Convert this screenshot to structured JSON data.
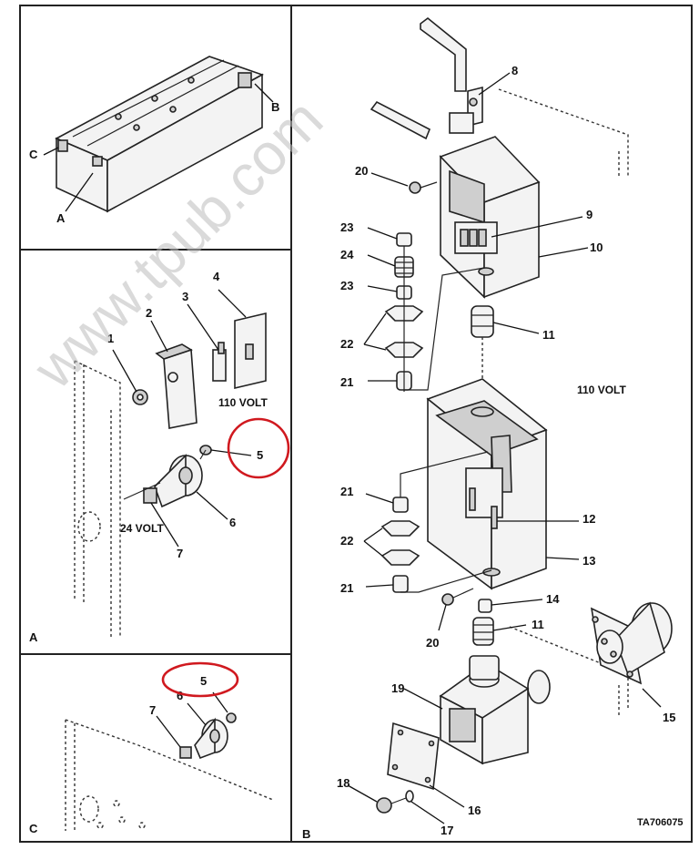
{
  "watermark": "www.tpub.com",
  "panels": {
    "top": {
      "labels": {
        "a": "A",
        "b": "B",
        "c": "C"
      }
    },
    "A": {
      "letter": "A",
      "voltage_110": "110 VOLT",
      "voltage_24": "24 VOLT",
      "callouts": [
        "1",
        "2",
        "3",
        "4",
        "5",
        "6",
        "7"
      ]
    },
    "C": {
      "letter": "C",
      "callouts": [
        "5",
        "6",
        "7"
      ]
    },
    "B": {
      "letter": "B",
      "voltage": "110 VOLT",
      "callouts": [
        "8",
        "9",
        "10",
        "11",
        "12",
        "13",
        "14",
        "11",
        "15",
        "16",
        "17",
        "18",
        "19",
        "20",
        "20",
        "21",
        "21",
        "21",
        "22",
        "22",
        "23",
        "23",
        "24"
      ]
    }
  },
  "figure_code": "TA706075",
  "highlight_color": "#d0191f"
}
